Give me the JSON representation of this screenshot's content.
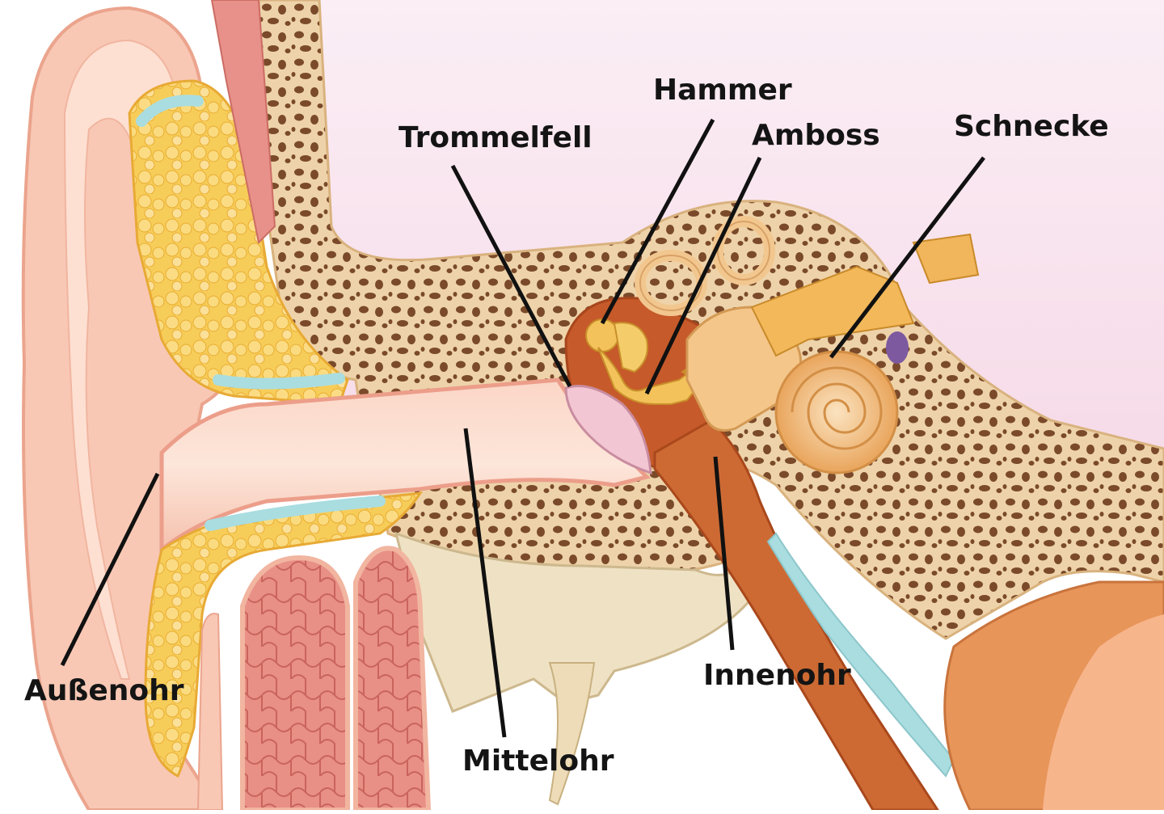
{
  "labels": {
    "hammer": "Hammer",
    "trommelfell": "Trommelfell",
    "amboss": "Amboss",
    "schnecke": "Schnecke",
    "aussenohr": "Außenohr",
    "mittelohr": "Mittelohr",
    "innenohr": "Innenohr"
  },
  "colors": {
    "skin": "#f6c3b0",
    "skin_light": "#fbe0d3",
    "cartilage_fat": "#f5c24a",
    "fluid": "#a9dde0",
    "bone": "#eed3aa",
    "bone_pore": "#7a4a2a",
    "brain": "#f8e5ef",
    "middle_ear": "#c65a2a",
    "ossicles": "#f3c25a",
    "cochlea": "#f1b46c",
    "muscle": "#e48c83",
    "leader_line": "#111111"
  }
}
